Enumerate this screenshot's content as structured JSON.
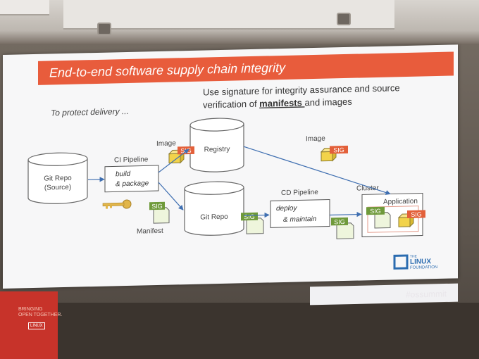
{
  "slide": {
    "title": "End-to-end software supply chain integrity",
    "subtitle_line1": "Use signature for integrity assurance and source",
    "subtitle_line2_prefix": "verification of ",
    "subtitle_emphasis": "manifests ",
    "subtitle_line2_suffix": "and images",
    "protect_label": "To protect delivery ...",
    "git_repo_source": [
      "Git Repo",
      "(Source)"
    ],
    "ci_pipeline_label": "CI Pipeline",
    "ci_pipeline_box": [
      "build",
      "& package"
    ],
    "image_label_left": "Image",
    "image_label_right": "Image",
    "registry_label": "Registry",
    "git_repo_label": "Git Repo",
    "manifest_label": "Manifest",
    "cd_pipeline_label": "CD Pipeline",
    "cd_pipeline_box": [
      "deploy",
      "& maintain"
    ],
    "cluster_label": "Cluster",
    "application_label": "Application",
    "sig_label": "SIG",
    "logo_small": "THE",
    "logo_main": "LINUX",
    "logo_sub": "FOUNDATION"
  },
  "event": {
    "hashtag": "#ossummit",
    "banner_line1": "BRINGING",
    "banner_line2": "OPEN TOGETHER.",
    "banner_logo": "LINUX"
  },
  "colors": {
    "title_bar": "#e85c3c",
    "sig_orange": "#e3603a",
    "sig_green": "#6f9a3a",
    "image_yellow": "#f2d34a",
    "manifest_green": "#eef5dc"
  }
}
